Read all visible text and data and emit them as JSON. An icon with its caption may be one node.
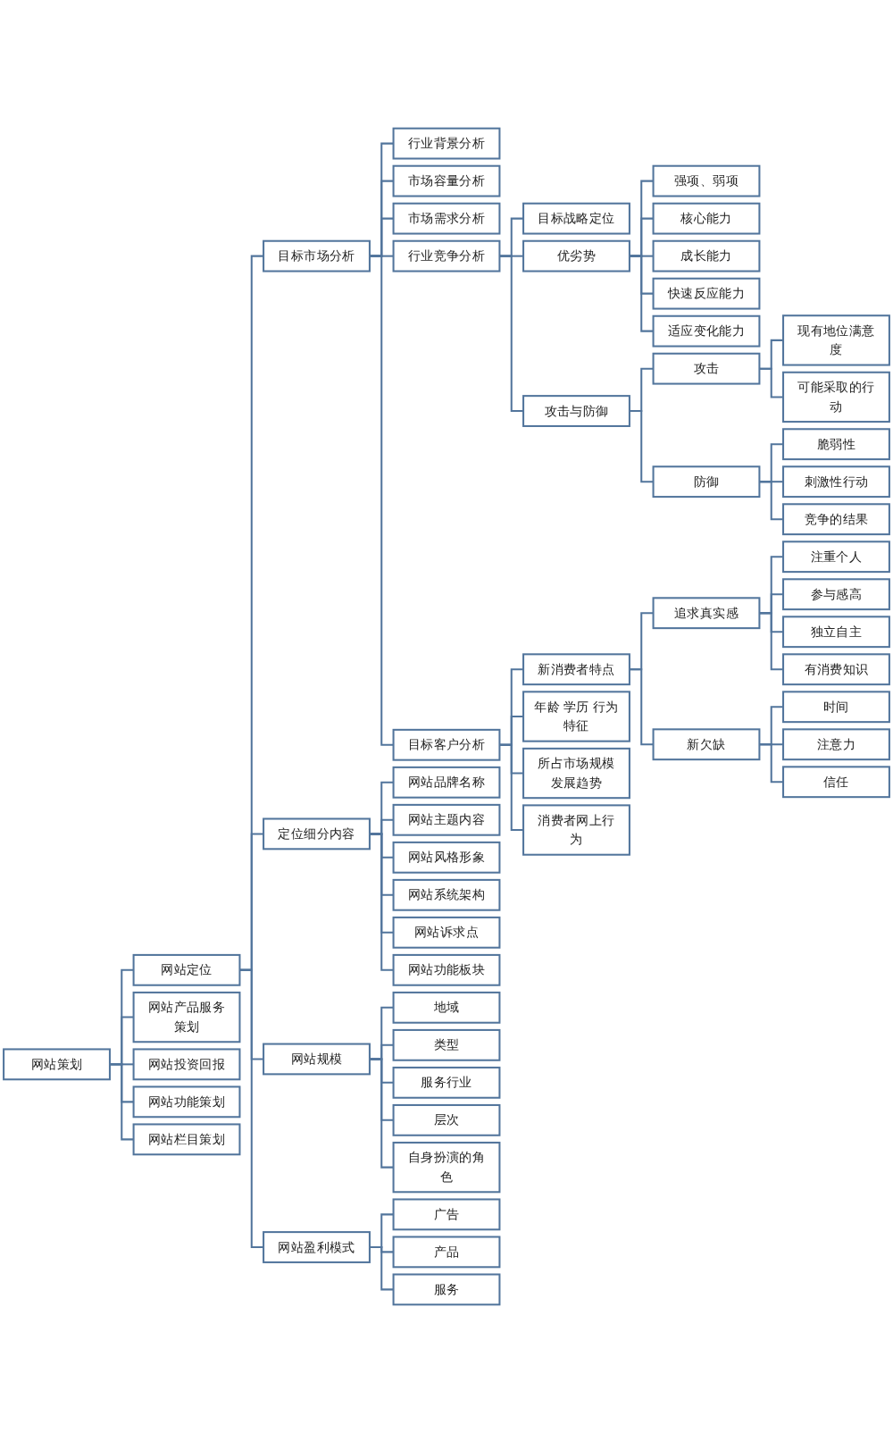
{
  "diagram": {
    "nodes": [
      {
        "text": [
          "网站策划"
        ]
      },
      {
        "text": [
          "网站定位"
        ]
      },
      {
        "text": [
          "目标市场分析"
        ]
      },
      {
        "text": [
          "行业背景分析"
        ]
      },
      {
        "text": [
          "市场容量分析"
        ]
      },
      {
        "text": [
          "市场需求分析"
        ]
      },
      {
        "text": [
          "行业竞争分析"
        ]
      },
      {
        "text": [
          "目标战略定位"
        ]
      },
      {
        "text": [
          "优劣势"
        ]
      },
      {
        "text": [
          "强项、弱项"
        ]
      },
      {
        "text": [
          "核心能力"
        ]
      },
      {
        "text": [
          "成长能力"
        ]
      },
      {
        "text": [
          "快速反应能力"
        ]
      },
      {
        "text": [
          "适应变化能力"
        ]
      },
      {
        "text": [
          "攻击与防御"
        ]
      },
      {
        "text": [
          "攻击"
        ]
      },
      {
        "text": [
          "现有地位满意度"
        ]
      },
      {
        "text": [
          "可能采取的行动"
        ]
      },
      {
        "text": [
          "防御"
        ]
      },
      {
        "text": [
          "脆弱性"
        ]
      },
      {
        "text": [
          "刺激性行动"
        ]
      },
      {
        "text": [
          "竞争的结果"
        ]
      },
      {
        "text": [
          "目标客户分析"
        ]
      },
      {
        "text": [
          "新消费者特点"
        ]
      },
      {
        "text": [
          "追求真实感"
        ]
      },
      {
        "text": [
          "注重个人"
        ]
      },
      {
        "text": [
          "参与感高"
        ]
      },
      {
        "text": [
          "独立自主"
        ]
      },
      {
        "text": [
          "有消费知识"
        ]
      },
      {
        "text": [
          "新欠缺"
        ]
      },
      {
        "text": [
          "时间"
        ]
      },
      {
        "text": [
          "注意力"
        ]
      },
      {
        "text": [
          "信任"
        ]
      },
      {
        "text": [
          "年龄 学历 行为特征"
        ]
      },
      {
        "text": [
          "所占市场规模发展趋势"
        ]
      },
      {
        "text": [
          "消费者网上行为"
        ]
      },
      {
        "text": [
          "定位细分内容"
        ]
      },
      {
        "text": [
          "网站品牌名称"
        ]
      },
      {
        "text": [
          "网站主题内容"
        ]
      },
      {
        "text": [
          "网站风格形象"
        ]
      },
      {
        "text": [
          "网站系统架构"
        ]
      },
      {
        "text": [
          "网站诉求点"
        ]
      },
      {
        "text": [
          "网站功能板块"
        ]
      },
      {
        "text": [
          "网站规模"
        ]
      },
      {
        "text": [
          "地域"
        ]
      },
      {
        "text": [
          "类型"
        ]
      },
      {
        "text": [
          "服务行业"
        ]
      },
      {
        "text": [
          "层次"
        ]
      },
      {
        "text": [
          "自身扮演的角色"
        ]
      },
      {
        "text": [
          "网站盈利模式"
        ]
      },
      {
        "text": [
          "广告"
        ]
      },
      {
        "text": [
          "产品"
        ]
      },
      {
        "text": [
          "服务"
        ]
      },
      {
        "text": [
          "网站产品服务策划"
        ]
      },
      {
        "text": [
          "网站投资回报"
        ]
      },
      {
        "text": [
          "网站功能策划"
        ]
      },
      {
        "text": [
          "网站栏目策划"
        ]
      }
    ],
    "edges": [
      {
        "from": 0,
        "to": 1,
        "arrow": "none"
      },
      {
        "from": 1,
        "to": 2,
        "arrow": "none"
      },
      {
        "from": 2,
        "to": 3,
        "arrow": "none"
      },
      {
        "from": 2,
        "to": 4,
        "arrow": "none"
      },
      {
        "from": 2,
        "to": 5,
        "arrow": "none"
      },
      {
        "from": 2,
        "to": 6,
        "arrow": "none"
      },
      {
        "from": 6,
        "to": 7,
        "arrow": "none"
      },
      {
        "from": 6,
        "to": 8,
        "arrow": "none"
      },
      {
        "from": 8,
        "to": 9,
        "arrow": "none"
      },
      {
        "from": 8,
        "to": 10,
        "arrow": "none"
      },
      {
        "from": 8,
        "to": 11,
        "arrow": "none"
      },
      {
        "from": 8,
        "to": 12,
        "arrow": "none"
      },
      {
        "from": 8,
        "to": 13,
        "arrow": "none"
      },
      {
        "from": 6,
        "to": 14,
        "arrow": "none"
      },
      {
        "from": 14,
        "to": 15,
        "arrow": "none"
      },
      {
        "from": 15,
        "to": 16,
        "arrow": "none"
      },
      {
        "from": 15,
        "to": 17,
        "arrow": "none"
      },
      {
        "from": 14,
        "to": 18,
        "arrow": "none"
      },
      {
        "from": 18,
        "to": 19,
        "arrow": "none"
      },
      {
        "from": 18,
        "to": 20,
        "arrow": "none"
      },
      {
        "from": 18,
        "to": 21,
        "arrow": "none"
      },
      {
        "from": 2,
        "to": 22,
        "arrow": "none"
      },
      {
        "from": 22,
        "to": 23,
        "arrow": "none"
      },
      {
        "from": 23,
        "to": 24,
        "arrow": "none"
      },
      {
        "from": 24,
        "to": 25,
        "arrow": "none"
      },
      {
        "from": 24,
        "to": 26,
        "arrow": "none"
      },
      {
        "from": 24,
        "to": 27,
        "arrow": "none"
      },
      {
        "from": 24,
        "to": 28,
        "arrow": "none"
      },
      {
        "from": 23,
        "to": 29,
        "arrow": "none"
      },
      {
        "from": 29,
        "to": 30,
        "arrow": "none"
      },
      {
        "from": 29,
        "to": 31,
        "arrow": "none"
      },
      {
        "from": 29,
        "to": 32,
        "arrow": "none"
      },
      {
        "from": 22,
        "to": 33,
        "arrow": "none"
      },
      {
        "from": 22,
        "to": 34,
        "arrow": "none"
      },
      {
        "from": 22,
        "to": 35,
        "arrow": "none"
      },
      {
        "from": 1,
        "to": 36,
        "arrow": "none"
      },
      {
        "from": 36,
        "to": 37,
        "arrow": "none"
      },
      {
        "from": 36,
        "to": 38,
        "arrow": "none"
      },
      {
        "from": 36,
        "to": 39,
        "arrow": "none"
      },
      {
        "from": 36,
        "to": 40,
        "arrow": "none"
      },
      {
        "from": 36,
        "to": 41,
        "arrow": "none"
      },
      {
        "from": 36,
        "to": 42,
        "arrow": "none"
      },
      {
        "from": 1,
        "to": 43,
        "arrow": "none"
      },
      {
        "from": 43,
        "to": 44,
        "arrow": "none"
      },
      {
        "from": 43,
        "to": 45,
        "arrow": "none"
      },
      {
        "from": 43,
        "to": 46,
        "arrow": "none"
      },
      {
        "from": 43,
        "to": 47,
        "arrow": "none"
      },
      {
        "from": 43,
        "to": 48,
        "arrow": "none"
      },
      {
        "from": 1,
        "to": 49,
        "arrow": "none"
      },
      {
        "from": 49,
        "to": 50,
        "arrow": "none"
      },
      {
        "from": 49,
        "to": 51,
        "arrow": "none"
      },
      {
        "from": 49,
        "to": 52,
        "arrow": "none"
      },
      {
        "from": 0,
        "to": 53,
        "arrow": "none"
      },
      {
        "from": 0,
        "to": 54,
        "arrow": "none"
      },
      {
        "from": 0,
        "to": 55,
        "arrow": "none"
      },
      {
        "from": 0,
        "to": 56,
        "arrow": "none"
      }
    ]
  }
}
